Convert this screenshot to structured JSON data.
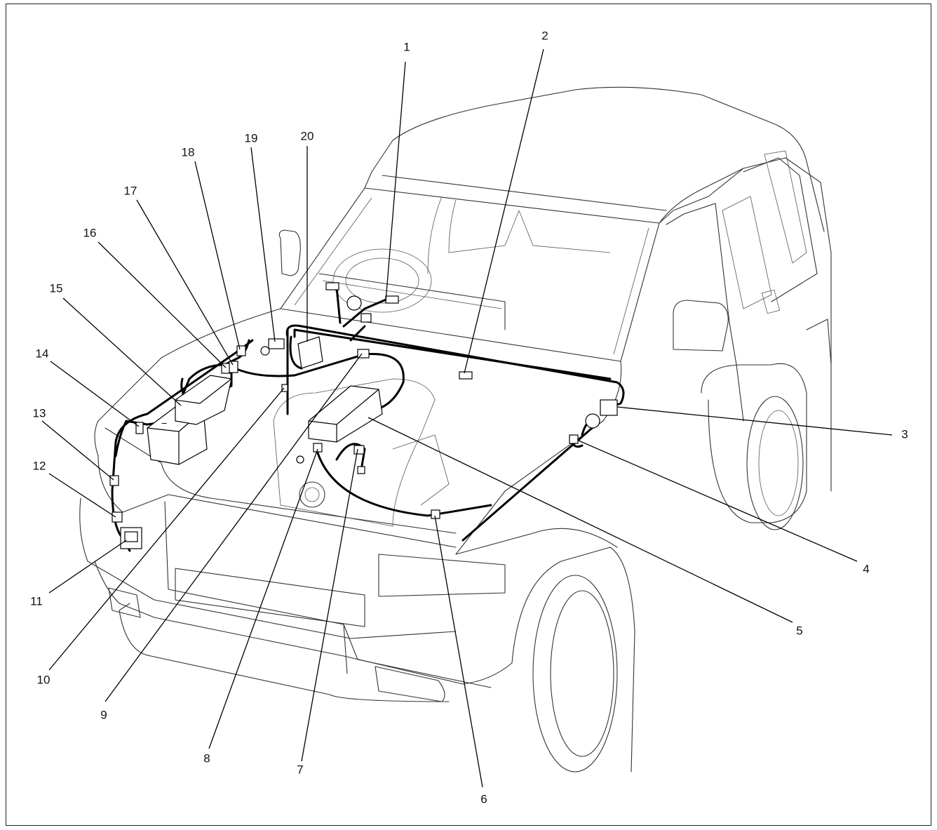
{
  "colors": {
    "line": "#000000",
    "background": "#ffffff"
  },
  "callouts": [
    {
      "id": "1",
      "label": "1"
    },
    {
      "id": "2",
      "label": "2"
    },
    {
      "id": "3",
      "label": "3"
    },
    {
      "id": "4",
      "label": "4"
    },
    {
      "id": "5",
      "label": "5"
    },
    {
      "id": "6",
      "label": "6"
    },
    {
      "id": "7",
      "label": "7"
    },
    {
      "id": "8",
      "label": "8"
    },
    {
      "id": "9",
      "label": "9"
    },
    {
      "id": "10",
      "label": "10"
    },
    {
      "id": "11",
      "label": "11"
    },
    {
      "id": "12",
      "label": "12"
    },
    {
      "id": "13",
      "label": "13"
    },
    {
      "id": "14",
      "label": "14"
    },
    {
      "id": "15",
      "label": "15"
    },
    {
      "id": "16",
      "label": "16"
    },
    {
      "id": "17",
      "label": "17"
    },
    {
      "id": "18",
      "label": "18"
    },
    {
      "id": "19",
      "label": "19"
    },
    {
      "id": "20",
      "label": "20"
    }
  ]
}
